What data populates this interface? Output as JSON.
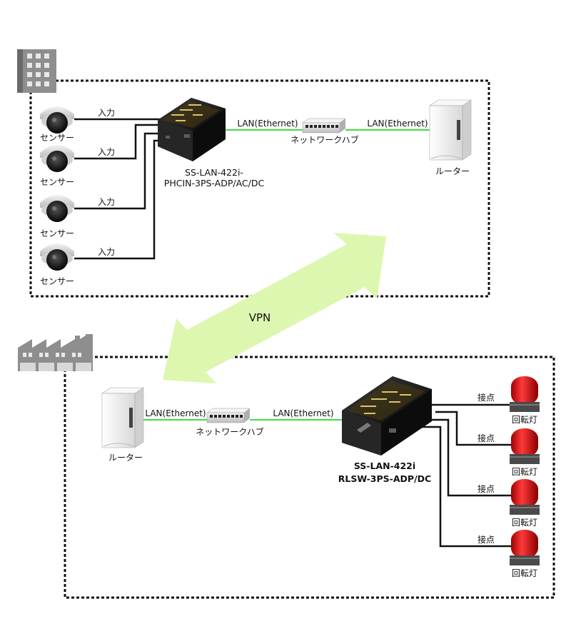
{
  "labels": {
    "sensor": "センサー",
    "input": "入力",
    "lan": "LAN(Ethernet)",
    "hub": "ネットワークハブ",
    "router": "ルーター",
    "vpn": "VPN",
    "contact": "接点",
    "lamp": "回転灯"
  },
  "top_device": {
    "line1": "SS-LAN-422i-",
    "line2": "PHCIN-3PS-ADP/AC/DC"
  },
  "bottom_device": {
    "line1": "SS-LAN-422i",
    "line2": "RLSW-3PS-ADP/DC"
  },
  "colors": {
    "lan_line": "#3fdc3f",
    "vpn_arrow": "#ddf7b0",
    "border": "#111111",
    "lamp_red": "#e01010"
  },
  "icons": [
    "office-building-icon",
    "factory-icon",
    "dome-camera-icon",
    "router-icon",
    "network-hub-icon",
    "converter-device-icon",
    "rotating-lamp-icon"
  ]
}
